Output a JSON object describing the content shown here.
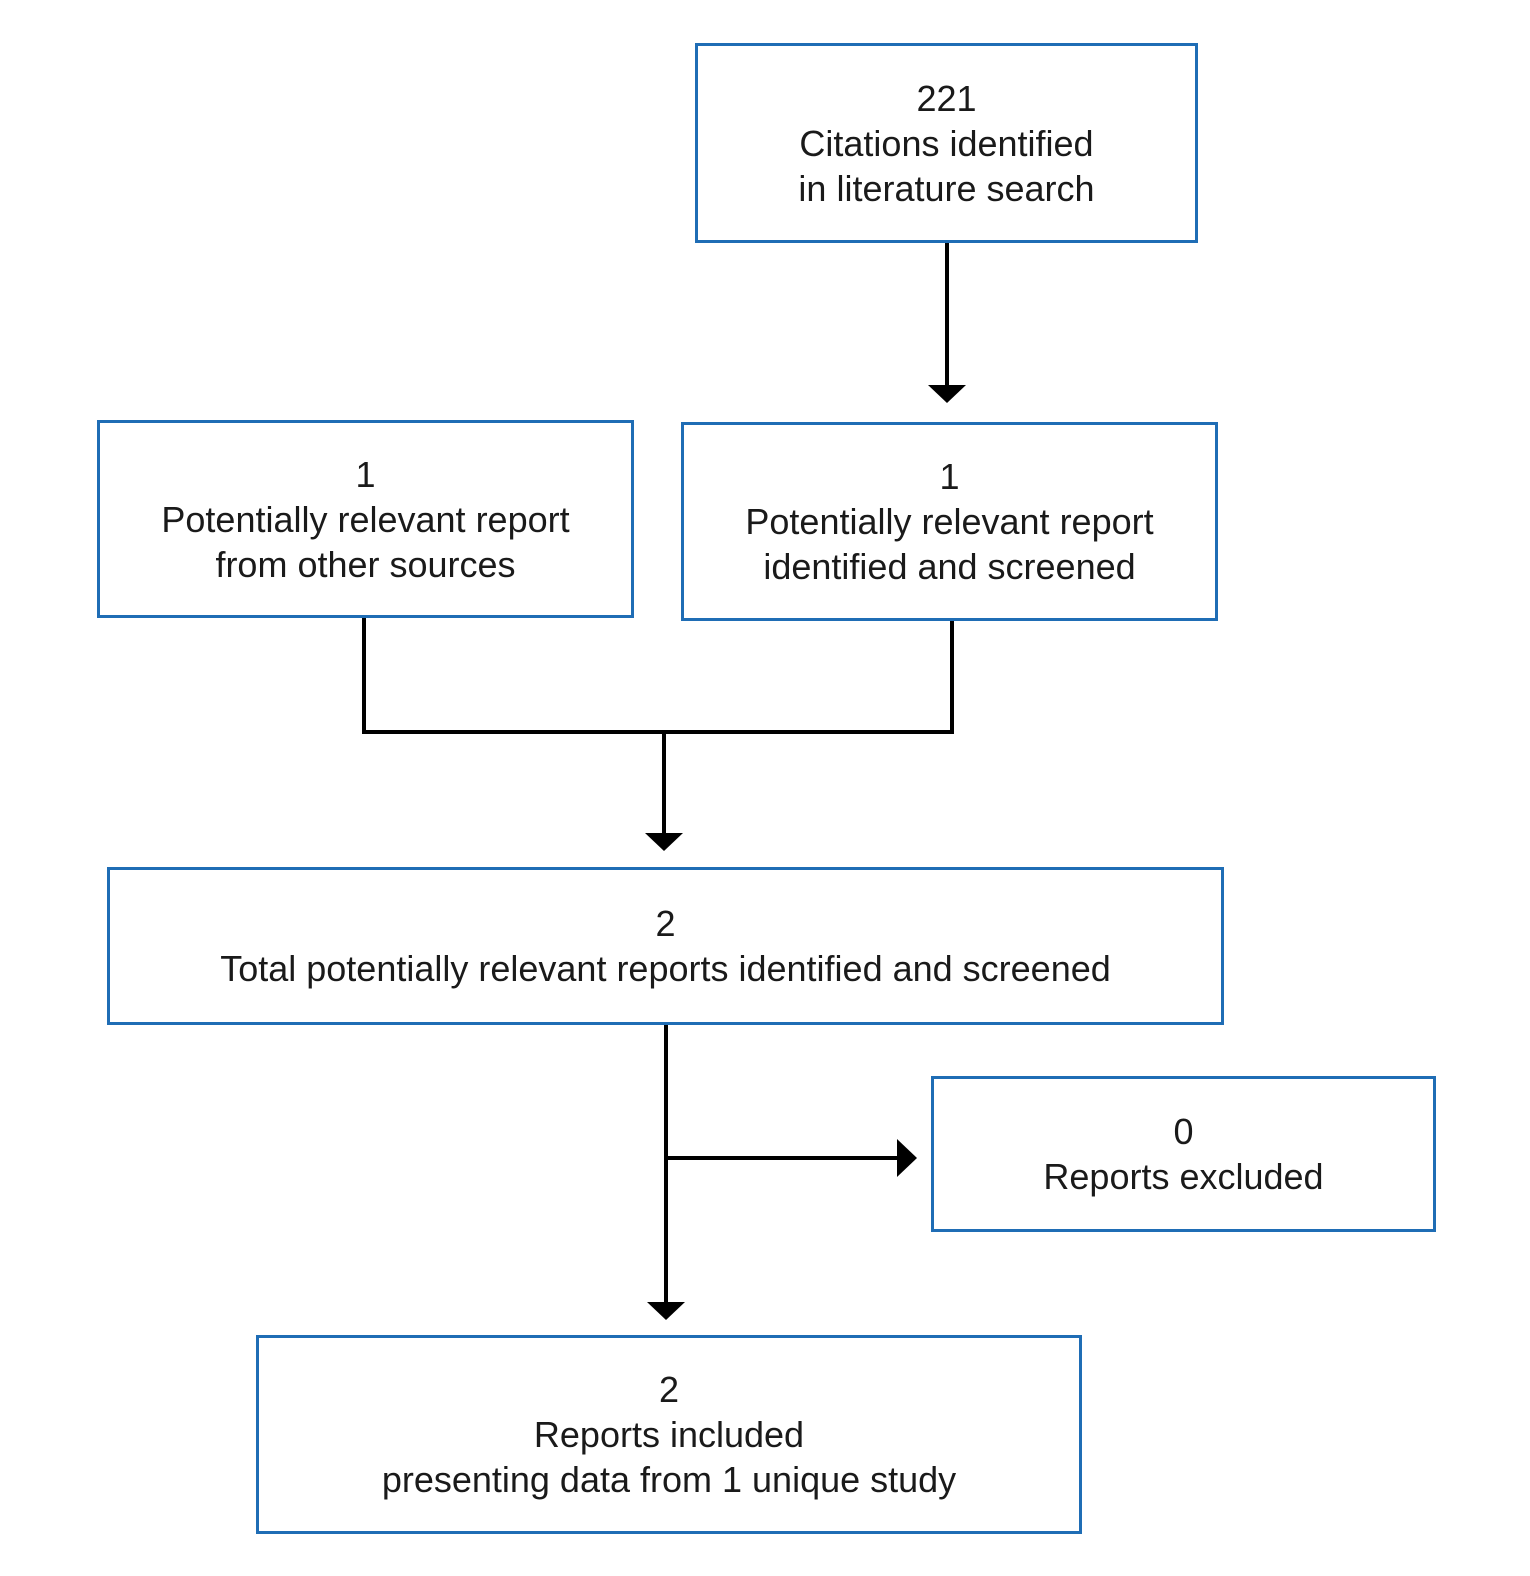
{
  "boxes": {
    "citations": {
      "count": "221",
      "line1": "Citations identified",
      "line2": "in literature search"
    },
    "other_sources": {
      "count": "1",
      "line1": "Potentially relevant report",
      "line2": "from other sources"
    },
    "screened": {
      "count": "1",
      "line1": "Potentially relevant report",
      "line2": "identified and screened"
    },
    "total": {
      "count": "2",
      "line1": "Total potentially relevant reports identified and screened"
    },
    "excluded": {
      "count": "0",
      "line1": "Reports excluded"
    },
    "included": {
      "count": "2",
      "line1": "Reports included",
      "line2": "presenting data from 1 unique study"
    }
  },
  "colors": {
    "box_border": "#1f6db5",
    "connector": "#000000"
  }
}
